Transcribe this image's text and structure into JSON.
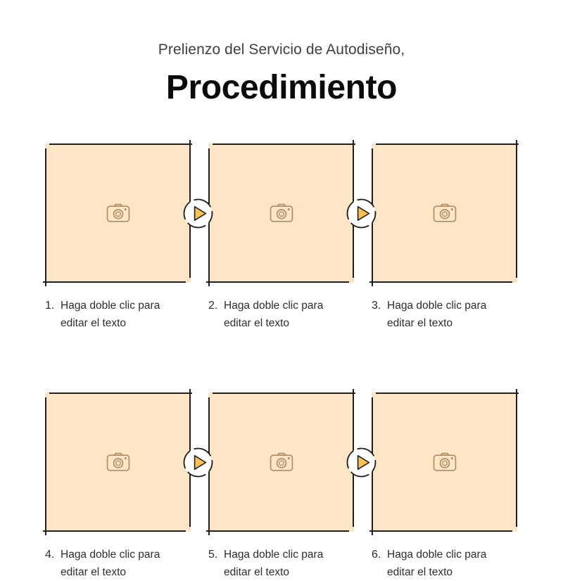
{
  "header": {
    "subtitle": "Prelienzo del Servicio de Autodiseño,",
    "title": "Procedimiento"
  },
  "colors": {
    "page_background": "#ffffff",
    "placeholder_fill": "#fce6c6",
    "frame_border": "#241f1c",
    "play_triangle": "#ffc34d",
    "play_circle_fill": "#ffffff",
    "play_circle_border": "#1f1b18",
    "camera_icon": "#b08d63",
    "title_text": "#0b0b0b",
    "subtitle_text": "#404040",
    "caption_text": "#2e2e2e"
  },
  "icons": {
    "camera": "camera-icon",
    "play": "play-arrow-icon"
  },
  "steps": [
    {
      "number": "1.",
      "text": "Haga doble clic para editar el texto",
      "image_placeholder": "camera-icon"
    },
    {
      "number": "2.",
      "text": "Haga doble clic para editar el texto",
      "image_placeholder": "camera-icon"
    },
    {
      "number": "3.",
      "text": "Haga doble clic para editar el texto",
      "image_placeholder": "camera-icon"
    },
    {
      "number": "4.",
      "text": "Haga doble clic para editar el texto",
      "image_placeholder": "camera-icon"
    },
    {
      "number": "5.",
      "text": "Haga doble clic para editar el texto",
      "image_placeholder": "camera-icon"
    },
    {
      "number": "6.",
      "text": "Haga doble clic para editar el texto",
      "image_placeholder": "camera-icon"
    }
  ],
  "connectors": [
    {
      "name": "play-connector-1-2",
      "icon": "play-arrow-icon"
    },
    {
      "name": "play-connector-2-3",
      "icon": "play-arrow-icon"
    },
    {
      "name": "play-connector-4-5",
      "icon": "play-arrow-icon"
    },
    {
      "name": "play-connector-5-6",
      "icon": "play-arrow-icon"
    }
  ]
}
